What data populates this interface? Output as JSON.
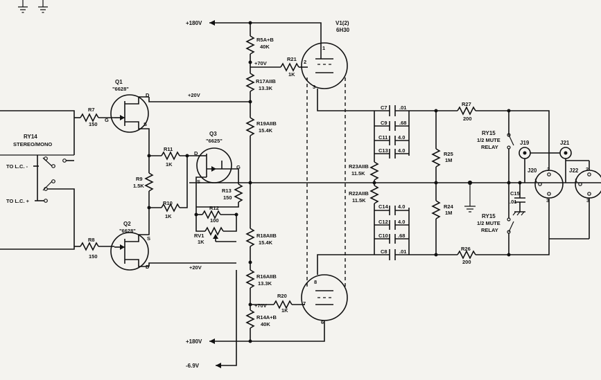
{
  "labels": {
    "plus180_top": "+180V",
    "plus180_bot": "+180V",
    "minus69": "-6.9V",
    "plus70_top": "+70V",
    "plus70_bot": "+70V",
    "plus20_top": "+20V",
    "plus20_bot": "+20V",
    "to_lc_minus": "TO L.C. -",
    "to_lc_plus": "TO L.C. +"
  },
  "relays": {
    "ry14_name": "RY14",
    "ry14_desc": "STEREO/MONO",
    "ry15_top_name": "RY15",
    "ry15_top_desc1": "1/2 MUTE",
    "ry15_top_desc2": "RELAY",
    "ry15_bot_name": "RY15",
    "ry15_bot_desc1": "1/2 MUTE",
    "ry15_bot_desc2": "RELAY"
  },
  "transistors": {
    "q1_name": "Q1",
    "q1_type": "\"6628\"",
    "q2_name": "Q2",
    "q2_type": "\"6628\"",
    "q3_name": "Q3",
    "q3_type": "\"6625\"",
    "pin_g": "G",
    "pin_d": "D",
    "pin_s": "S"
  },
  "tube": {
    "v1_name": "V1(2)",
    "v1_type": "6H30",
    "pin1": "1",
    "pin2": "2",
    "pin3": "3",
    "pin6": "6",
    "pin7": "7",
    "pin8": "8"
  },
  "resistors": {
    "r5_name": "R5A+B",
    "r5_val": "40K",
    "r21_name": "R21",
    "r21_val": "1K",
    "r17_name": "R17AIIB",
    "r17_val": "13.3K",
    "r7_name": "R7",
    "r7_val": "150",
    "r19_name": "R19AIIB",
    "r19_val": "15.4K",
    "r11_name": "R11",
    "r11_val": "1K",
    "r9_name": "R9",
    "r9_val": "1.5K",
    "r10_name": "R10",
    "r10_val": "1K",
    "r13_name": "R13",
    "r13_val": "150",
    "r12_name": "R12",
    "r12_val": "100",
    "rv1_name": "RV1",
    "rv1_val": "1K",
    "r8_name": "R8",
    "r8_val": "150",
    "r18_name": "R18AIIB",
    "r18_val": "15.4K",
    "r16_name": "R16AIIB",
    "r16_val": "13.3K",
    "r20_name": "R20",
    "r20_val": "1K",
    "r14_name": "R14A+B",
    "r14_val": "40K",
    "r23_name": "R23AIIB",
    "r23_val": "11.5K",
    "r22_name": "R22AIIB",
    "r22_val": "11.5K",
    "r25_name": "R25",
    "r25_val": "1M",
    "r24_name": "R24",
    "r24_val": "1M",
    "r27_name": "R27",
    "r27_val": "200",
    "r26_name": "R26",
    "r26_val": "200"
  },
  "capacitors": {
    "c7_name": "C7",
    "c7_val": ".01",
    "c9_name": "C9",
    "c9_val": ".68",
    "c11_name": "C11",
    "c11_val": "4.0",
    "c13_name": "C13",
    "c13_val": "4.0",
    "c14_name": "C14",
    "c14_val": "4.0",
    "c12_name": "C12",
    "c12_val": "4.0",
    "c10_name": "C10",
    "c10_val": ".68",
    "c8_name": "C8",
    "c8_val": ".01",
    "c15_name": "C15",
    "c15_val": ".01"
  },
  "connectors": {
    "j19": "J19",
    "j21": "J21",
    "j20": "J20",
    "j22": "J22",
    "pin1": "1",
    "pin2": "2",
    "pin3": "3"
  }
}
